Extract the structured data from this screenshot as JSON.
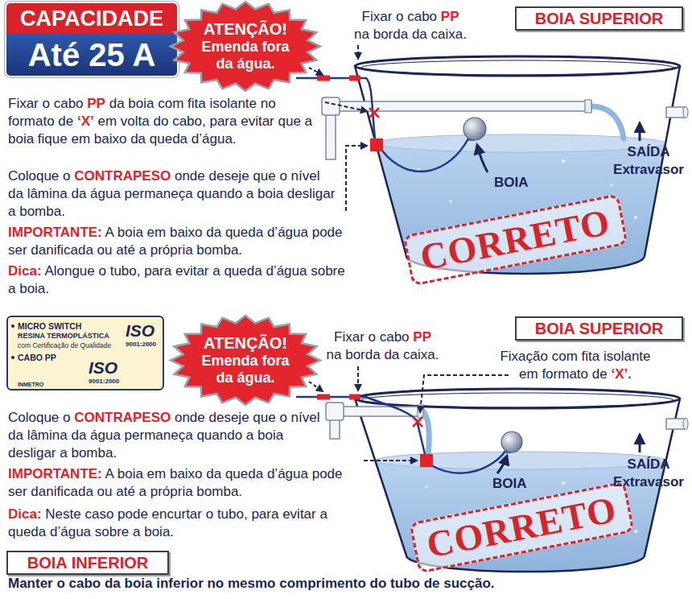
{
  "diagram": {
    "nodes": [
      {
        "text": [
          "CAPACIDADE",
          "Até 25 A"
        ]
      },
      {
        "text": [
          "ATENÇÃO!",
          "Emenda fora da água."
        ]
      },
      {
        "text": [
          "BOIA SUPERIOR"
        ]
      },
      {
        "text": [
          "CORRETO"
        ]
      },
      {
        "text": [
          "MICRO SWITCH",
          "RESINA TERMOPLÁSTICA",
          "com Certificação de Qualidade",
          "CABO PP",
          "ISO",
          "9001:2000",
          "ISO",
          "9001:2000",
          "INMETRO"
        ]
      },
      {
        "text": [
          "ATENÇÃO!",
          "Emenda fora da água."
        ]
      },
      {
        "text": [
          "BOIA SUPERIOR"
        ]
      },
      {
        "text": [
          "CORRETO"
        ]
      },
      {
        "text": [
          "BOIA INFERIOR"
        ]
      }
    ],
    "labels": [
      "Fixar o cabo",
      "PP",
      "na borda da caixa.",
      "Fixar o cabo",
      "PP",
      "da boia com fita isolante no formato de",
      "‘X’",
      "em volta do cabo, para evitar que a boia fique em baixo da queda d’água.",
      "Coloque o",
      "CONTRAPESO",
      "onde deseje que o nível da lâmina da água permaneça quando a boia desligar a bomba.",
      "IMPORTANTE:",
      "A boia em baixo da queda d’água pode ser danificada ou até a própria bomba.",
      "Dica:",
      "Alongue o tubo, para evitar a queda d’água sobre a boia.",
      "BOIA",
      "SAÍDA Extravasor",
      "Fixar o cabo",
      "PP",
      "na borda da caixa.",
      "Fixação com fita isolante em formato de",
      "‘X’.",
      "Coloque o",
      "CONTRAPESO",
      "onde deseje que o nível da lâmina da água permaneça quando a boia desligar a bomba.",
      "IMPORTANTE:",
      "A boia em baixo da queda d’água pode ser danificada ou até a própria bomba.",
      "Dica:",
      "Neste caso pode encurtar o tubo, para evitar a queda d’água sobre a boia.",
      "BOIA",
      "SAÍDA Extravasor",
      "Manter o cabo da boia inferior no mesmo comprimento do tubo de sucção."
    ]
  }
}
